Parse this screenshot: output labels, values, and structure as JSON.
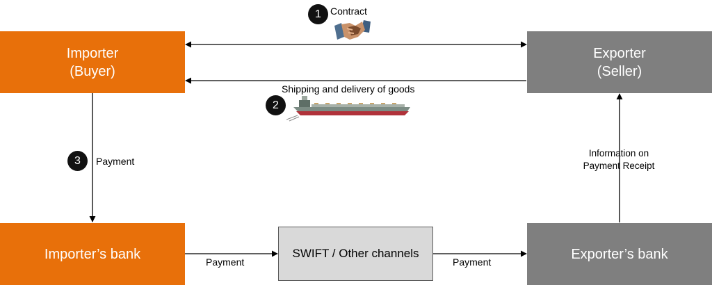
{
  "nodes": {
    "importer": {
      "line1": "Importer",
      "line2": "(Buyer)"
    },
    "exporter": {
      "line1": "Exporter",
      "line2": "(Seller)"
    },
    "importer_bank": {
      "label": "Importer’s bank"
    },
    "exporter_bank": {
      "label": "Exporter’s bank"
    },
    "swift": {
      "label": "SWIFT / Other channels"
    }
  },
  "steps": [
    {
      "number": "1",
      "label": "Contract"
    },
    {
      "number": "2",
      "label": "Shipping and delivery of goods"
    },
    {
      "number": "3",
      "label": "Payment"
    }
  ],
  "edge_labels": {
    "importer_bank_to_swift": "Payment",
    "swift_to_exporter_bank": "Payment",
    "info_line1": "Information on",
    "info_line2": "Payment Receipt"
  },
  "icons": {
    "contract": "handshake-icon",
    "shipping": "cargo-ship-icon"
  },
  "colors": {
    "importer": "#E8700A",
    "exporter": "#7F7F7F",
    "swift": "#D9D9D9",
    "step_badge": "#111111"
  }
}
